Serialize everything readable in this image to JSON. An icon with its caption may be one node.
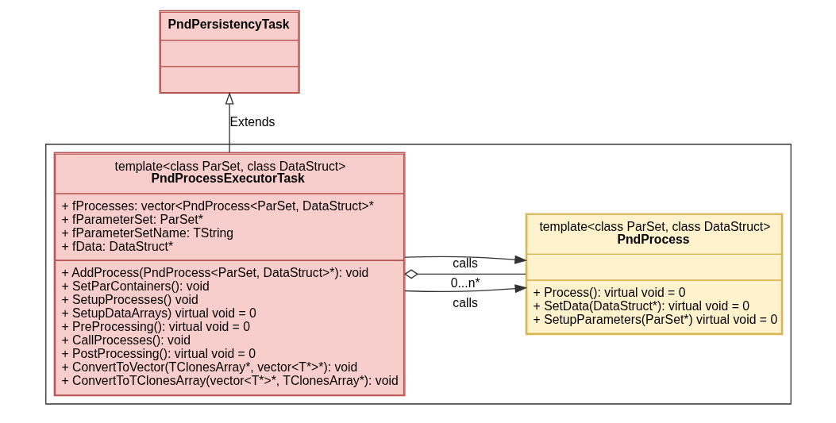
{
  "diagram": {
    "nodes": [
      {
        "text": [
          "PndPersistencyTask"
        ]
      },
      {
        "text": [],
        "shape": "box"
      },
      {
        "text": [
          "template<class ParSet, class DataStruct>",
          "PndProcessExecutorTask",
          "+ fProcesses: vector<PndProcess<ParSet, DataStruct>*",
          "+ fParameterSet: ParSet*",
          "+ fParameterSetName: TString",
          "+ fData: DataStruct*",
          "+ AddProcess(PndProcess<ParSet, DataStruct>*): void",
          "+ SetParContainers(): void",
          "+ SetupProcesses() void",
          "+ SetupDataArrays) virtual void = 0",
          "+ PreProcessing(): virtual void = 0",
          "+ CallProcesses(): void",
          "+ PostProcessing(): virtual void = 0",
          "+ ConvertToVector(TClonesArray*, vector<T*>*): void",
          "+ ConvertToTClonesArray(vector<T*>*, TClonesArray*): void"
        ],
        "in": 1
      },
      {
        "text": [
          "template<class ParSet, class DataStruct>",
          "PndProcess",
          "+ Process(): virtual void = 0",
          "+ SetData(DataStruct*): virtual void = 0",
          "+ SetupParameters(ParSet*) virtual void = 0"
        ],
        "in": 1
      }
    ],
    "edges": [
      {
        "from": 2,
        "to": 0,
        "arrow": "to",
        "label": "Extends"
      },
      {
        "from": 2,
        "to": 3,
        "arrow": "other",
        "label": "0...n*"
      },
      {
        "from": 2,
        "to": 3,
        "arrow": "to",
        "label": "calls"
      },
      {
        "from": 2,
        "to": 3,
        "arrow": "to",
        "label": "calls"
      }
    ]
  }
}
